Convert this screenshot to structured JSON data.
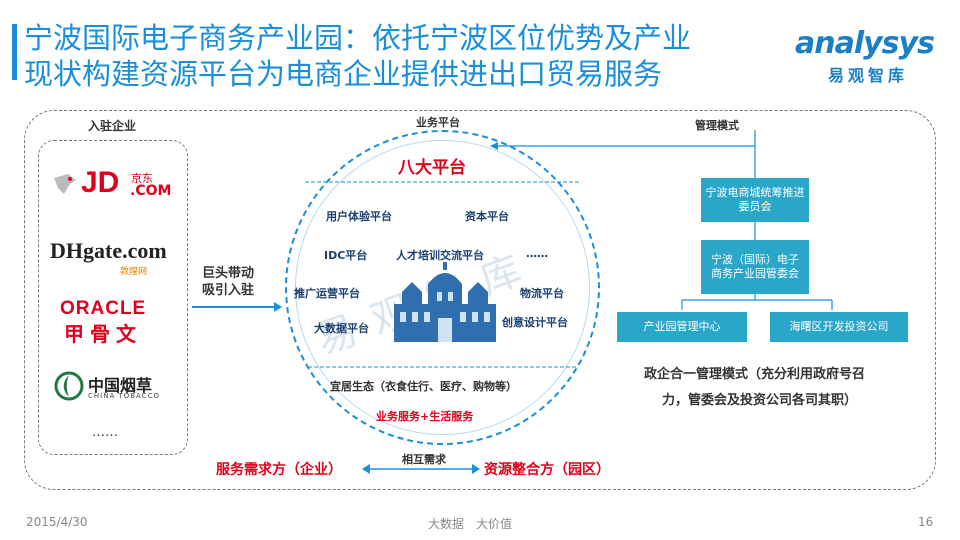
{
  "header": {
    "title_line1": "宁波国际电子商务产业园：依托宁波区位优势及产业",
    "title_line2": "现状构建资源平台为电商企业提供进出口贸易服务",
    "logo_main": "analysys",
    "logo_sub": "易观智库"
  },
  "left": {
    "label": "入驻企业",
    "companies": [
      {
        "name": "JD",
        "cn": "京东",
        "sub": ".COM"
      },
      {
        "name": "DHgate.com",
        "cn": "敦煌网"
      },
      {
        "name": "ORACLE",
        "cn": "甲骨文"
      },
      {
        "name": "中国烟草",
        "en": "CHINA TOBACCO"
      }
    ],
    "ellipsis": "……"
  },
  "arrow_text": {
    "line1": "巨头带动",
    "line2": "吸引入驻"
  },
  "center": {
    "label": "业务平台",
    "heading": "八大平台",
    "platforms": {
      "user_experience": "用户体验平台",
      "capital": "资本平台",
      "idc": "IDC平台",
      "talent": "人才培训交流平台",
      "dots": "……",
      "promotion": "推广运营平台",
      "logistics": "物流平台",
      "bigdata": "大数据平台",
      "design": "创意设计平台"
    },
    "ecology": "宜居生态（衣食住行、医疗、购物等）",
    "services": "业务服务+生活服务",
    "watermark": "易观智库"
  },
  "bottom": {
    "left": "服务需求方（企业）",
    "middle": "相互需求",
    "right": "资源整合方（园区）"
  },
  "right": {
    "label": "管理模式",
    "box1": "宁波电商城统筹推进委员会",
    "box2": "宁波（国际）电子商务产业园管委会",
    "box3": "产业园管理中心",
    "box4": "海曙区开发投资公司",
    "desc_line1": "政企合一管理模式（充分利用政府号召",
    "desc_line2": "力，管委会及投资公司各司其职）"
  },
  "footer": {
    "date": "2015/4/30",
    "center": "大数据　大价值",
    "page": "16"
  },
  "colors": {
    "accent": "#1a8fd8",
    "teal": "#2aa6c9",
    "red": "#e0001b"
  }
}
